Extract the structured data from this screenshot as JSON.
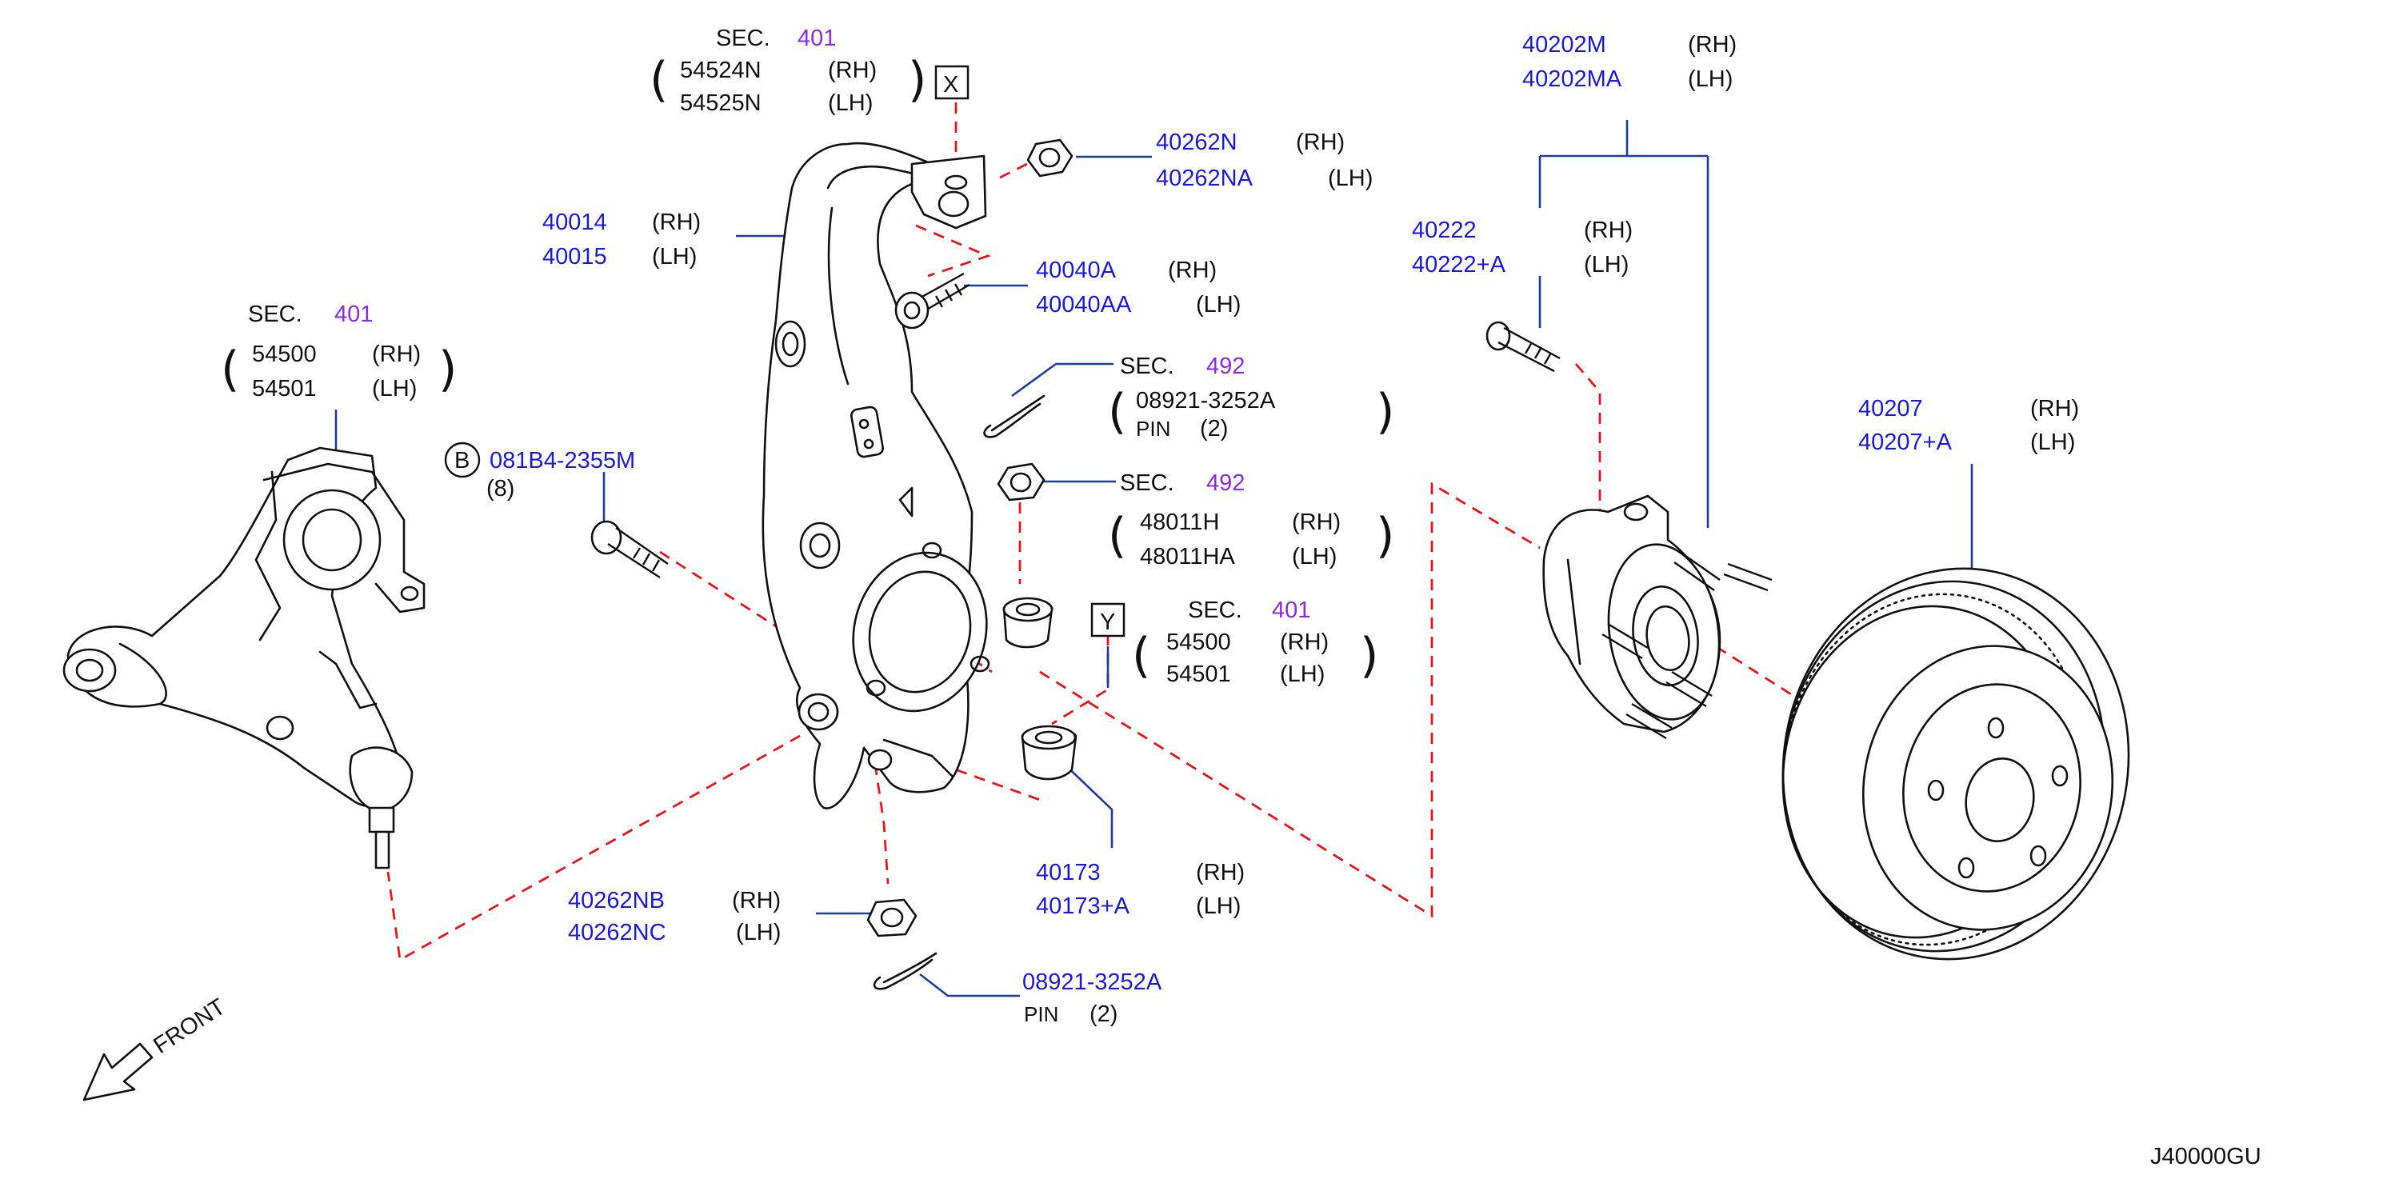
{
  "diagram_code": "J40000GU",
  "front_label": "FRONT",
  "callouts": {
    "sec401_top": {
      "sec": "SEC.",
      "num": "401",
      "p1": "54524N",
      "p1s": "(RH)",
      "p2": "54525N",
      "p2s": "(LH)",
      "box": "X"
    },
    "nut_40262n": {
      "p1": "40262N",
      "p1s": "(RH)",
      "p2": "40262NA",
      "p2s": "(LH)"
    },
    "knuckle": {
      "p1": "40014",
      "p1s": "(RH)",
      "p2": "40015",
      "p2s": "(LH)"
    },
    "bolt_40040a": {
      "p1": "40040A",
      "p1s": "(RH)",
      "p2": "40040AA",
      "p2s": "(LH)"
    },
    "sec401_left": {
      "sec": "SEC.",
      "num": "401",
      "p1": "54500",
      "p1s": "(RH)",
      "p2": "54501",
      "p2s": "(LH)"
    },
    "bolt_081b4": {
      "circle": "B",
      "p1": "081B4-2355M",
      "qty": "(8)"
    },
    "sec492_pin": {
      "sec": "SEC.",
      "num": "492",
      "p1": "08921-3252A",
      "pin": "PIN",
      "qty": "(2)"
    },
    "sec492_nut": {
      "sec": "SEC.",
      "num": "492",
      "p1": "48011H",
      "p1s": "(RH)",
      "p2": "48011HA",
      "p2s": "(LH)"
    },
    "sec401_y": {
      "box": "Y",
      "sec": "SEC.",
      "num": "401",
      "p1": "54500",
      "p1s": "(RH)",
      "p2": "54501",
      "p2s": "(LH)"
    },
    "boot_40173": {
      "p1": "40173",
      "p1s": "(RH)",
      "p2": "40173+A",
      "p2s": "(LH)"
    },
    "nut_40262nb": {
      "p1": "40262NB",
      "p1s": "(RH)",
      "p2": "40262NC",
      "p2s": "(LH)"
    },
    "pin_bottom": {
      "p1": "08921-3252A",
      "pin": "PIN",
      "qty": "(2)"
    },
    "hub_40202m": {
      "p1": "40202M",
      "p1s": "(RH)",
      "p2": "40202MA",
      "p2s": "(LH)"
    },
    "bolt_40222": {
      "p1": "40222",
      "p1s": "(RH)",
      "p2": "40222+A",
      "p2s": "(LH)"
    },
    "rotor_40207": {
      "p1": "40207",
      "p1s": "(RH)",
      "p2": "40207+A",
      "p2s": "(LH)"
    }
  },
  "colors": {
    "part_number": "#1a1ad6",
    "section_number": "#8a2be2",
    "leader": "#1e3c9a",
    "dash": "#e8141c"
  }
}
